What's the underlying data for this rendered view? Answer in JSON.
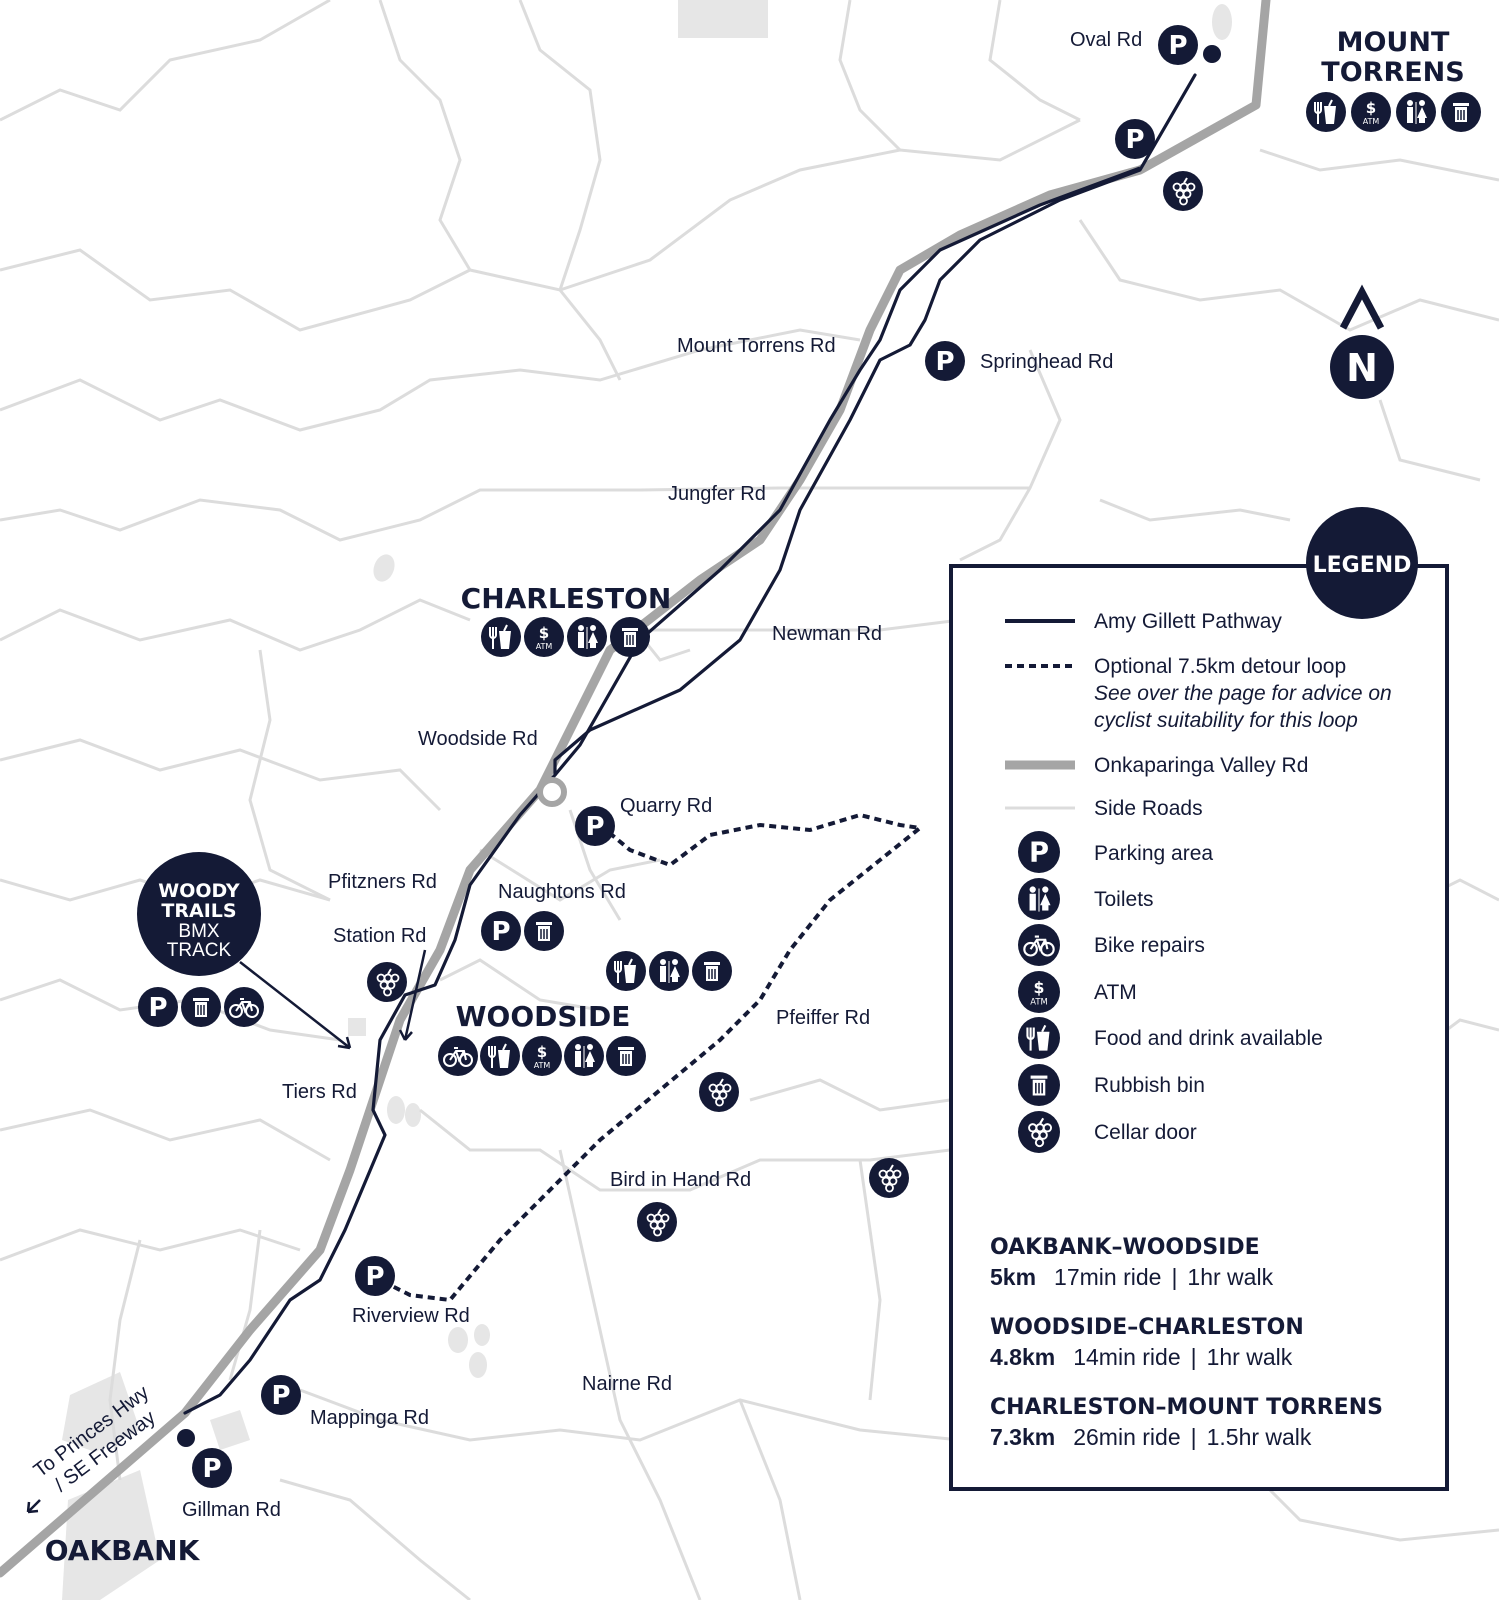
{
  "towns": {
    "mount_torrens_1": "MOUNT",
    "mount_torrens_2": "TORRENS",
    "charleston": "CHARLESTON",
    "woodside": "WOODSIDE",
    "oakbank": "OAKBANK"
  },
  "roads": {
    "oval": "Oval Rd",
    "mount_torrens": "Mount Torrens Rd",
    "springhead": "Springhead Rd",
    "jungfer": "Jungfer Rd",
    "newman": "Newman Rd",
    "woodside": "Woodside Rd",
    "quarry": "Quarry Rd",
    "pfitzners": "Pfitzners Rd",
    "naughtons": "Naughtons Rd",
    "station": "Station Rd",
    "pfeiffer": "Pfeiffer Rd",
    "tiers": "Tiers Rd",
    "bird_in_hand": "Bird in Hand Rd",
    "riverview": "Riverview Rd",
    "nairne": "Nairne Rd",
    "mappinga": "Mappinga Rd",
    "gillman": "Gillman Rd",
    "to_princes_1": "To Princes Hwy",
    "to_princes_2": "/ SE Freeway"
  },
  "woody_trails": {
    "line1": "WOODY",
    "line2": "TRAILS",
    "line3": "BMX",
    "line4": "TRACK"
  },
  "compass": {
    "letter": "N"
  },
  "icons": {
    "parking_glyph": "P",
    "atm_glyph": "$",
    "atm_text": "ATM"
  },
  "legend": {
    "title": "LEGEND",
    "pathway": "Amy Gillett Pathway",
    "detour": "Optional 7.5km detour loop",
    "detour_note_1": "See over the page for advice on",
    "detour_note_2": "cyclist suitability for this loop",
    "valley_rd": "Onkaparinga Valley Rd",
    "side_roads": "Side Roads",
    "parking": "Parking area",
    "toilets": "Toilets",
    "bike_repairs": "Bike repairs",
    "atm": "ATM",
    "food": "Food and drink available",
    "rubbish": "Rubbish bin",
    "cellar": "Cellar door"
  },
  "routes": [
    {
      "title": "OAKBANK–WOODSIDE",
      "distance": "5km",
      "ride": "17min ride",
      "walk": "1hr walk"
    },
    {
      "title": "WOODSIDE–CHARLESTON",
      "distance": "4.8km",
      "ride": "14min ride",
      "walk": "1hr walk"
    },
    {
      "title": "CHARLESTON–MOUNT TORRENS",
      "distance": "7.3km",
      "ride": "26min ride",
      "walk": "1.5hr walk"
    }
  ],
  "colors": {
    "navy": "#141a36",
    "valley_road": "#a5a5a5",
    "side_road": "#dcdcdc",
    "built_area": "#e6e6e6"
  }
}
